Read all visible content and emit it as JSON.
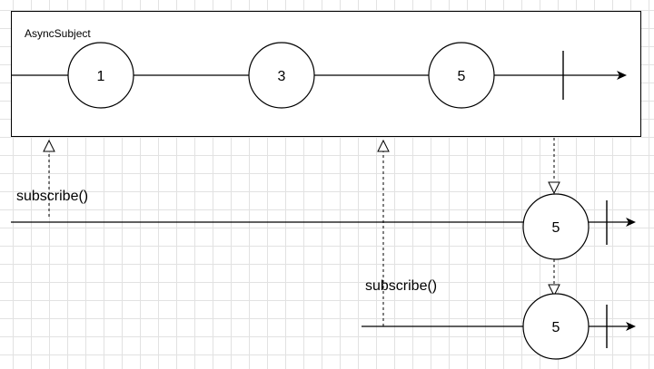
{
  "subject": {
    "title": "AsyncSubject",
    "values": [
      "1",
      "3",
      "5"
    ]
  },
  "subscribers": [
    {
      "label": "subscribe()",
      "value": "5"
    },
    {
      "label": "subscribe()",
      "value": "5"
    }
  ]
}
